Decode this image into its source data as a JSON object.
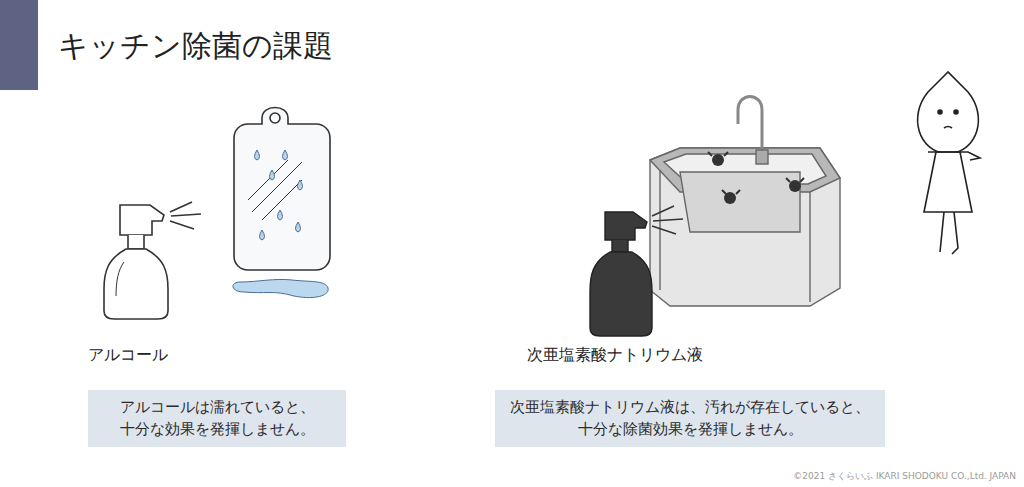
{
  "diagram": {
    "title": "キッチン除菌の課題",
    "nodes": [
      {
        "text": [
          "アルコールは濡れていると、 十分な効果を発揮しません。"
        ]
      },
      {
        "text": [
          "次亜塩素酸ナトリウム液は、汚れが存在していると、 十分な除菌効果を発揮しません。"
        ]
      }
    ],
    "labels": [
      "アルコール",
      "次亜塩素酸ナトリウム液",
      "©2021 さくらいふ IKARI SHODOKU CO.,Ltd. JAPAN"
    ]
  }
}
